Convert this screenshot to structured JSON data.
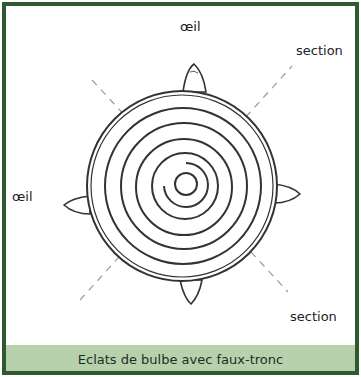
{
  "diagram": {
    "caption": "Eclats de bulbe avec faux-tronc",
    "labels": [
      "œil",
      "section",
      "œil",
      "section"
    ]
  }
}
